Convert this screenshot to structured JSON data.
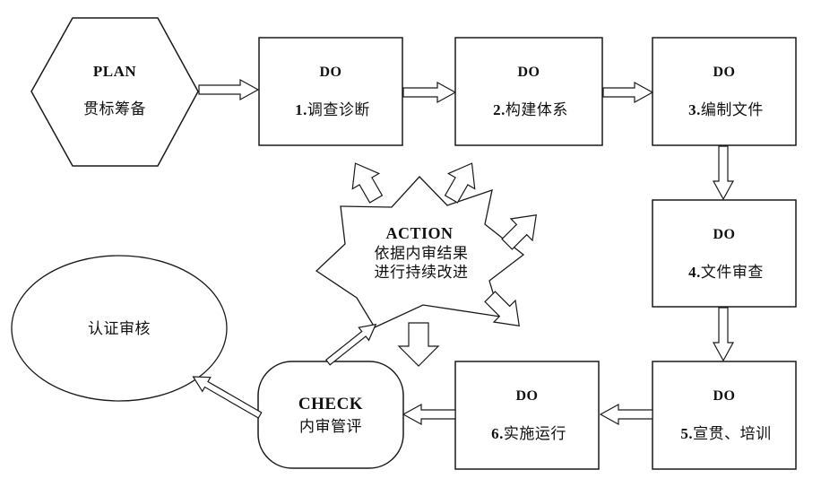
{
  "canvas": {
    "background": "#ffffff",
    "stroke_color": "#1a1a1a"
  },
  "nodes": {
    "plan": {
      "title": "PLAN",
      "subtitle": "贯标筹备"
    },
    "do1": {
      "title": "DO",
      "num": "1.",
      "label": "调查诊断"
    },
    "do2": {
      "title": "DO",
      "num": "2.",
      "label": "构建体系"
    },
    "do3": {
      "title": "DO",
      "num": "3.",
      "label": "编制文件"
    },
    "do4": {
      "title": "DO",
      "num": "4.",
      "label": "文件审查"
    },
    "do5": {
      "title": "DO",
      "num": "5.",
      "label": "宣贯、培训"
    },
    "do6": {
      "title": "DO",
      "num": "6.",
      "label": "实施运行"
    },
    "check": {
      "title": "CHECK",
      "subtitle": "内审管评"
    },
    "action": {
      "title": "ACTION",
      "line1": "依据内审结果",
      "line2": "进行持续改进"
    },
    "audit": {
      "label": "认证审核"
    }
  }
}
